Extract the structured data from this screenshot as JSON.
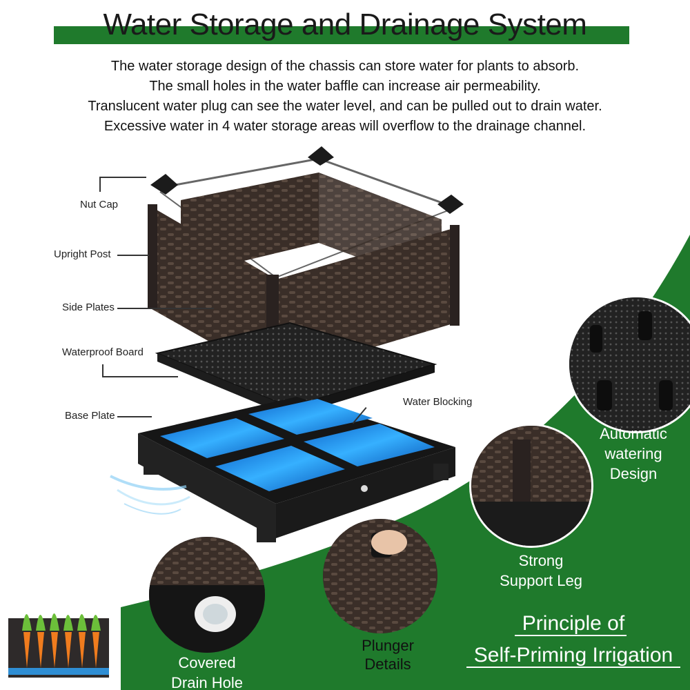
{
  "header": {
    "title": "Water Storage and Drainage System",
    "description": [
      "The water storage design of the chassis can store water for plants to absorb.",
      "The small holes in the water baffle can increase air permeability.",
      "Translucent water plug can see the water level, and can be pulled out to drain water.",
      "Excessive water in 4 water storage areas will overflow to the drainage channel."
    ]
  },
  "parts": {
    "nut_cap": "Nut Cap",
    "upright_post": "Upright Post",
    "side_plates": "Side Plates",
    "waterproof_board": "Waterproof Board",
    "base_plate": "Base Plate",
    "water_blocking": "Water Blocking"
  },
  "features": {
    "automatic": [
      "Automatic",
      "watering",
      "Design"
    ],
    "support": [
      "Strong",
      "Support Leg"
    ],
    "plunger": [
      "Plunger",
      "Details"
    ],
    "drain": [
      "Covered",
      "Drain Hole"
    ],
    "principle": [
      "Principle of",
      "Self-Priming Irrigation"
    ]
  },
  "colors": {
    "green": "#1f7a2c",
    "rattan": "#3b2f29",
    "water": "#1e8fe6"
  }
}
